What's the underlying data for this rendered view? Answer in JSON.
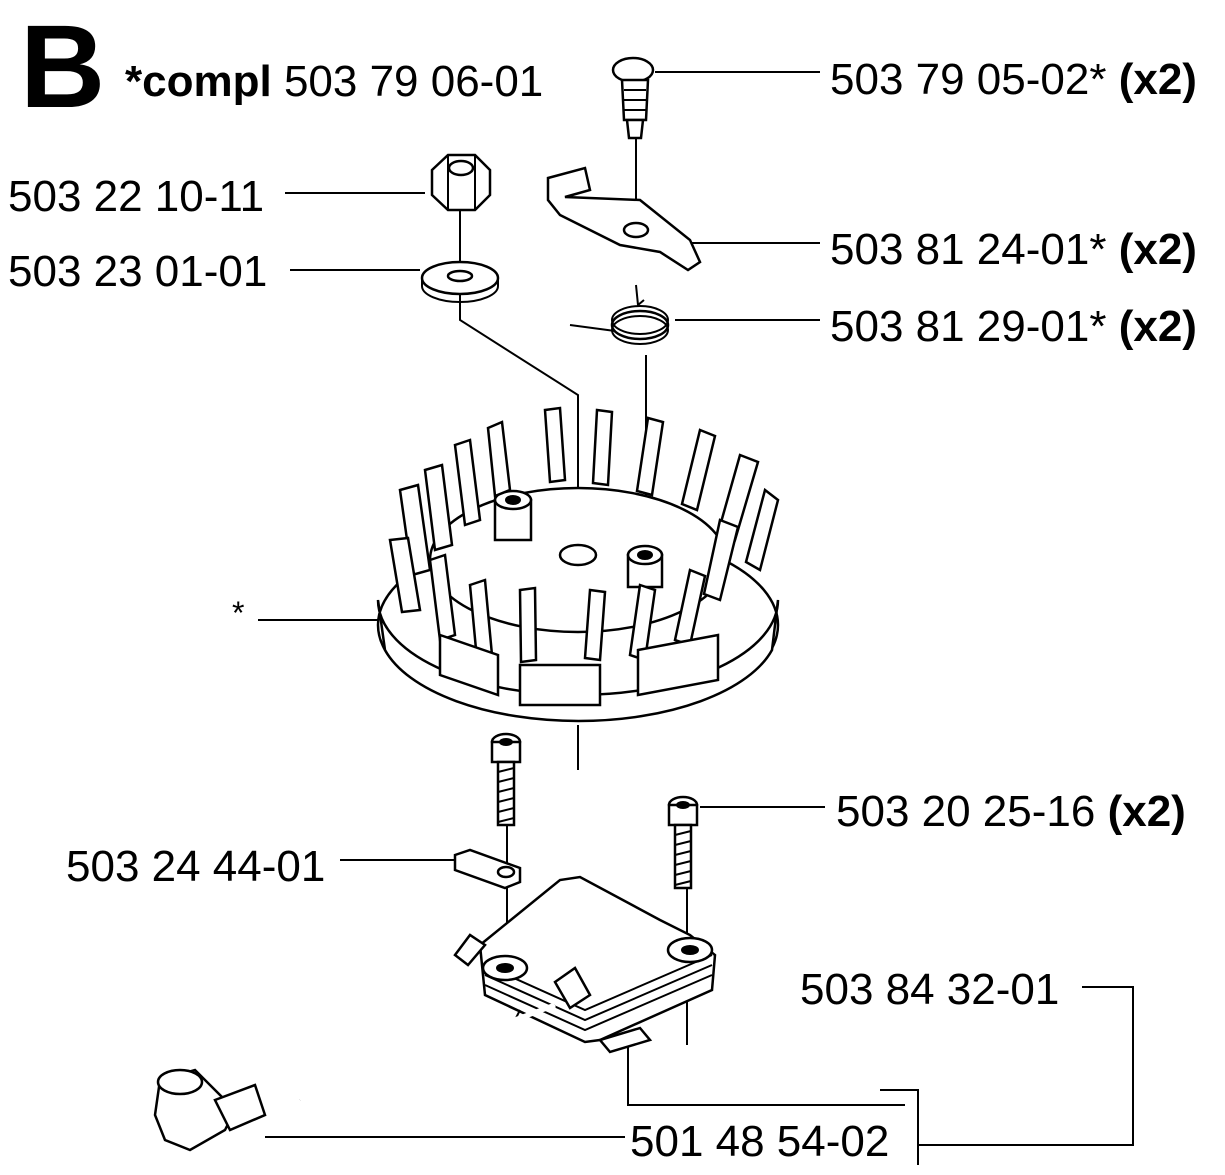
{
  "section": "B",
  "assembly": {
    "prefix": "*compl",
    "number": "503 79 06-01"
  },
  "parts": [
    {
      "number": "503 79 05-02*",
      "qty": "(x2)"
    },
    {
      "number": "503 22 10-11",
      "qty": ""
    },
    {
      "number": "503 23 01-01",
      "qty": ""
    },
    {
      "number": "503 81 24-01*",
      "qty": "(x2)"
    },
    {
      "number": "503 81 29-01*",
      "qty": "(x2)"
    },
    {
      "number": "*",
      "qty": ""
    },
    {
      "number": "503 20 25-16",
      "qty": "(x2)"
    },
    {
      "number": "503 24 44-01",
      "qty": ""
    },
    {
      "number": "503 84 32-01",
      "qty": ""
    },
    {
      "number": "501 48 54-02",
      "qty": ""
    }
  ]
}
